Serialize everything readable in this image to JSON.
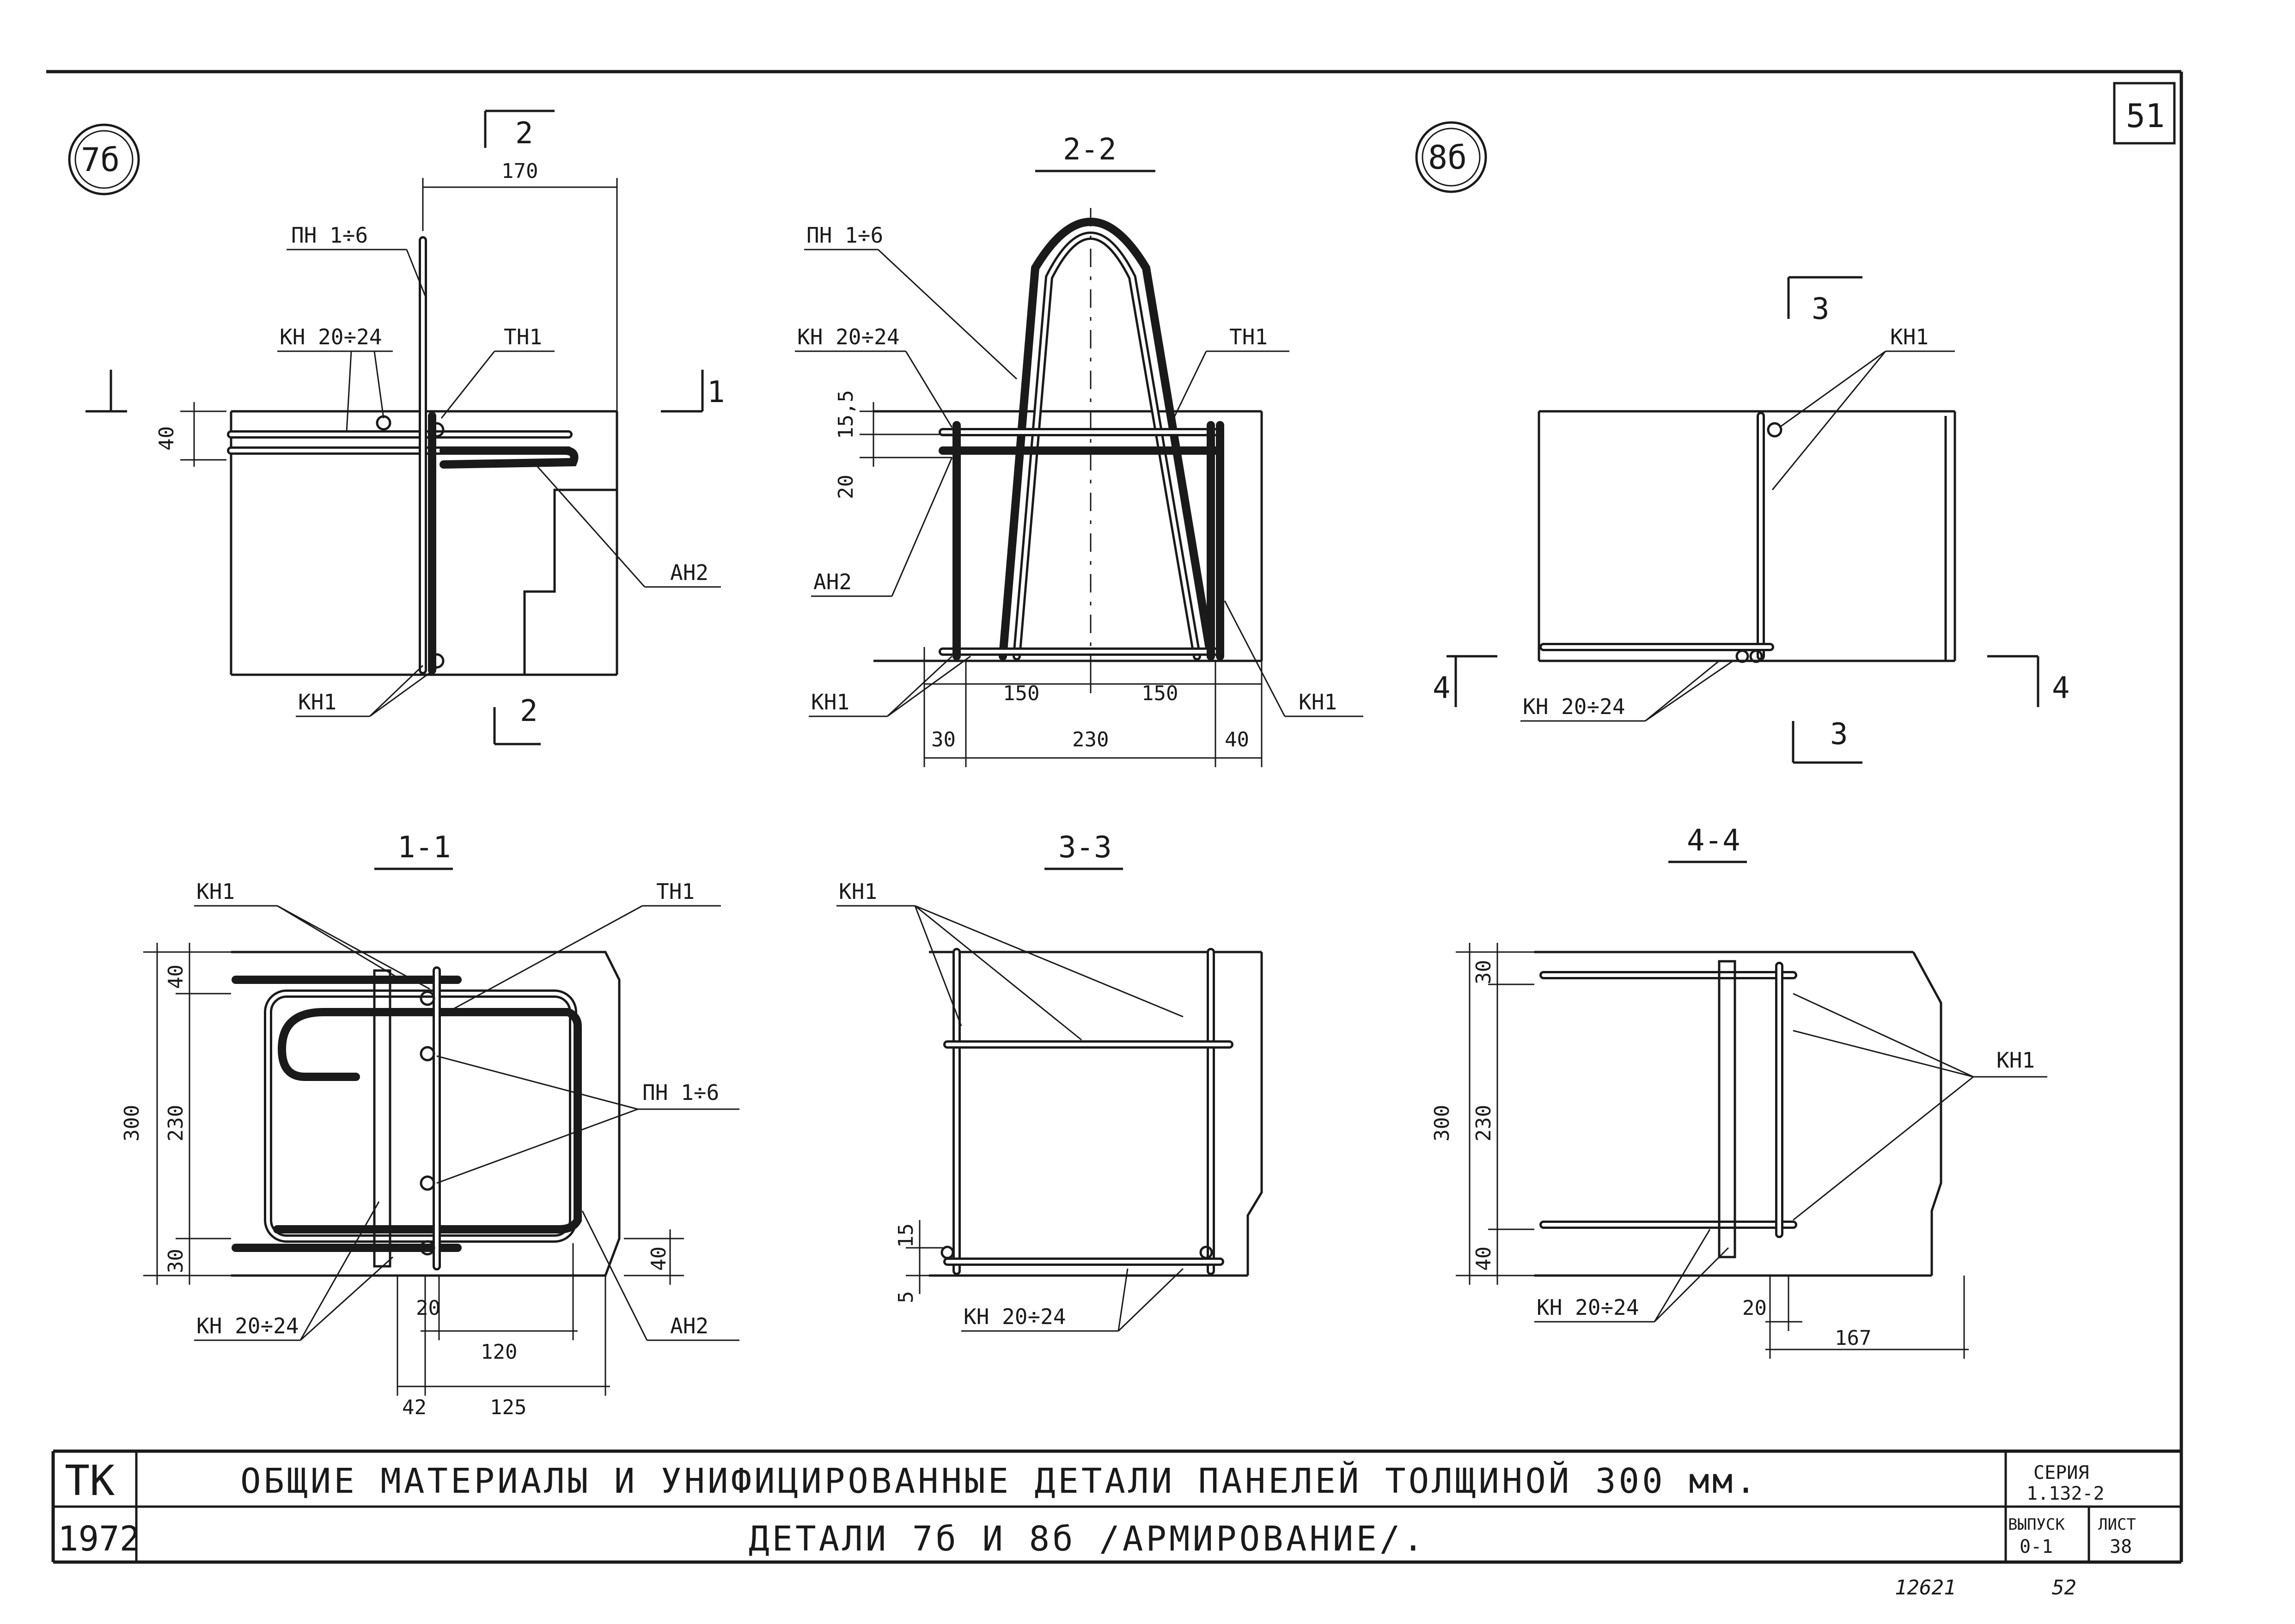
{
  "sheet": {
    "sheet_number": "51",
    "stamp_left_top": "ТК",
    "stamp_left_bottom": "1972",
    "title_line1": "ОБЩИЕ МАТЕРИАЛЫ И УНИФИЦИРОВАННЫЕ ДЕТАЛИ ПАНЕЛЕЙ ТОЛЩИНОЙ 300 мм.",
    "title_line2": "ДЕТАЛИ 7б И 8б /АРМИРОВАНИЕ/.",
    "series_label": "СЕРИЯ",
    "series_value": "1.132-2",
    "issue_label": "ВЫПУСК",
    "issue_value": "0-1",
    "list_label": "ЛИСТ",
    "list_value": "38",
    "archive_number": "12621",
    "archive_page": "52"
  },
  "details": {
    "d7": "7б",
    "d8": "8б"
  },
  "sections": {
    "s22": "2-2",
    "s11": "1-1",
    "s33": "3-3",
    "s44": "4-4"
  },
  "cuts": {
    "c2": "2",
    "c1": "1",
    "c3": "3",
    "c4": "4"
  },
  "labels": {
    "pn": "ПН 1÷6",
    "kn2024": "КН 20÷24",
    "tn1": "ТН1",
    "an2": "АН2",
    "kn1": "КН1"
  },
  "dims": {
    "d170": "170",
    "d40": "40",
    "d15_5": "15,5",
    "d20": "20",
    "d150": "150",
    "d230": "230",
    "d30": "30",
    "d300": "300",
    "d120": "120",
    "d42": "42",
    "d125": "125",
    "d15": "15",
    "d5": "5",
    "d167": "167"
  }
}
